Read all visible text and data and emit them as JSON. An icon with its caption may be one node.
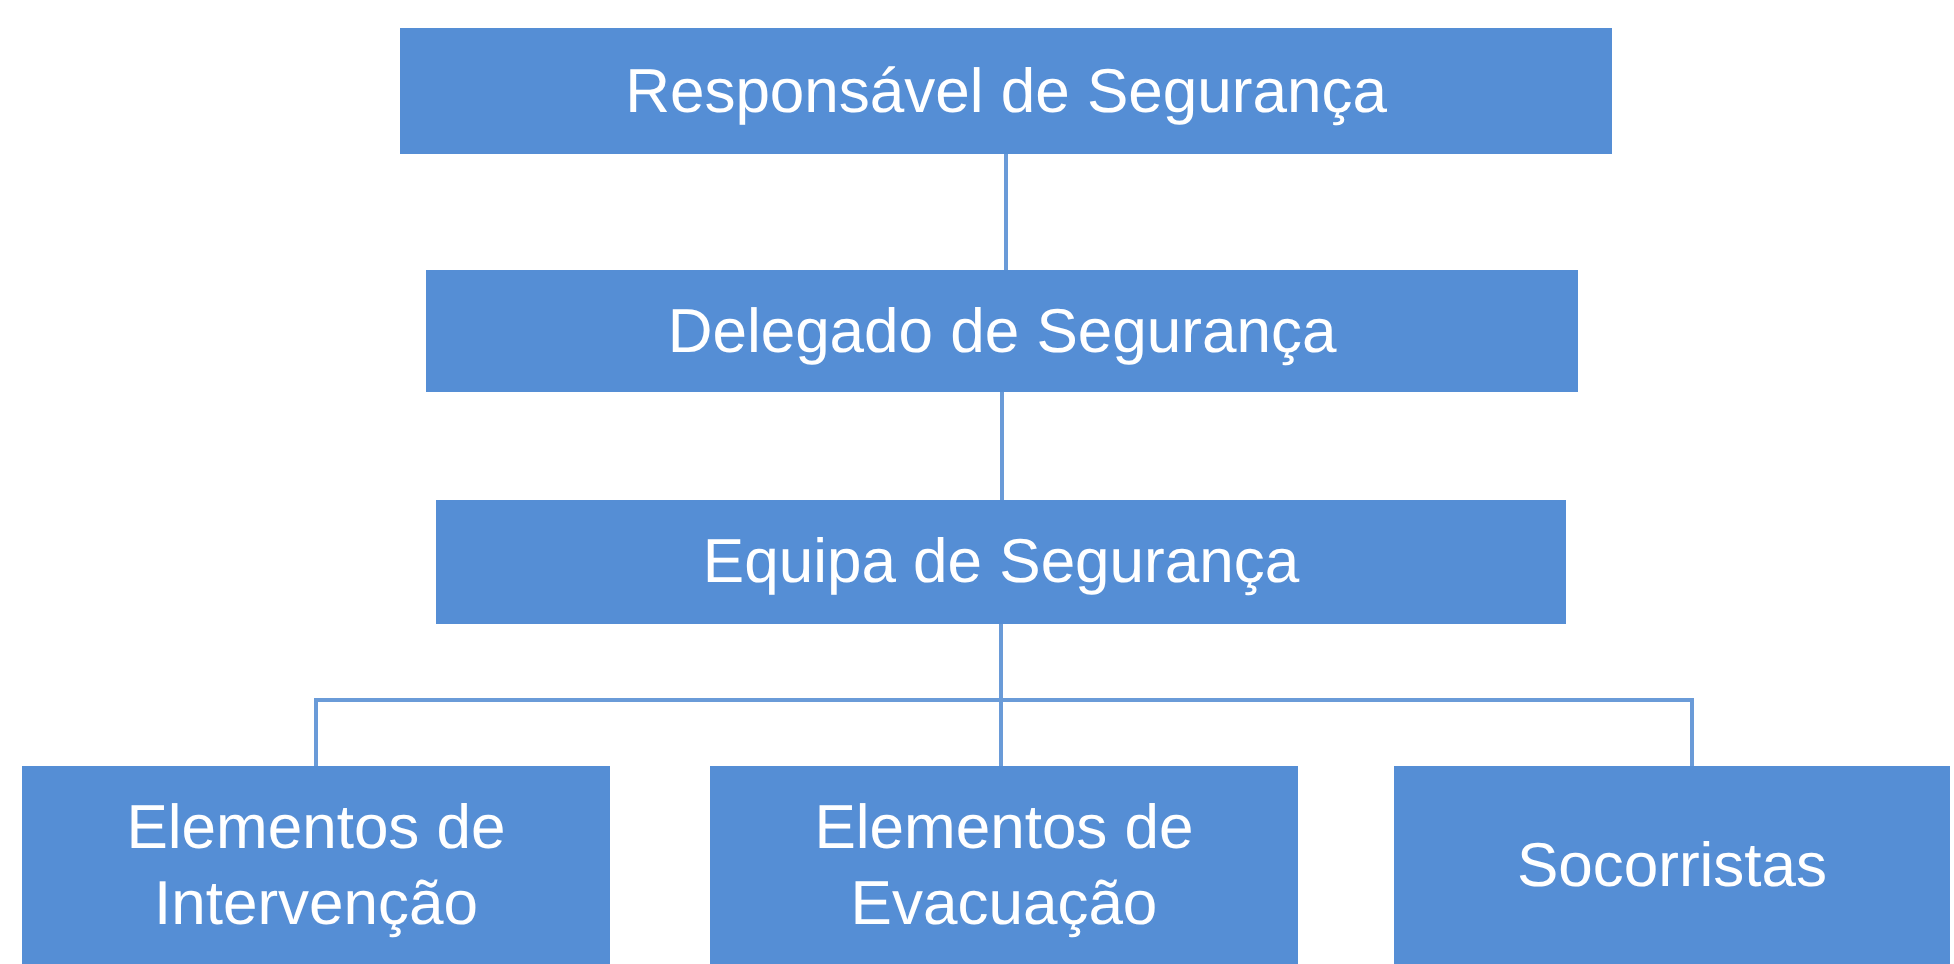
{
  "diagram": {
    "nodes": [
      {
        "text": [
          "Responsável de Segurança"
        ]
      },
      {
        "text": [
          "Delegado de Segurança"
        ]
      },
      {
        "text": [
          "Equipa de Segurança"
        ]
      },
      {
        "text": [
          "Elementos de Intervenção"
        ]
      },
      {
        "text": [
          "Elementos de Evacuação"
        ]
      },
      {
        "text": [
          "Socorristas"
        ]
      }
    ],
    "edges": [
      {
        "from": 0,
        "to": 1,
        "arrow": "none"
      },
      {
        "from": 1,
        "to": 2,
        "arrow": "none"
      },
      {
        "from": 2,
        "to": 3,
        "arrow": "none"
      },
      {
        "from": 2,
        "to": 4,
        "arrow": "none"
      },
      {
        "from": 2,
        "to": 5,
        "arrow": "none"
      }
    ]
  }
}
